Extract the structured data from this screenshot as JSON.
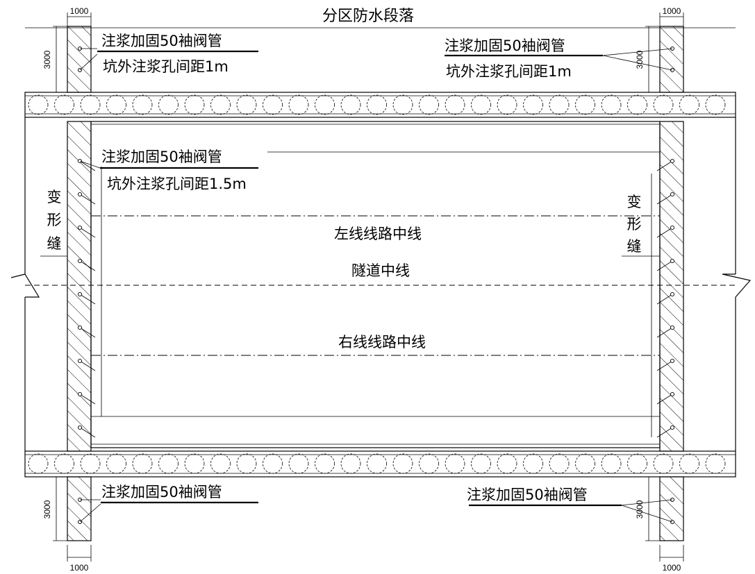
{
  "title": "分区防水段落",
  "labels": {
    "grout_pipe": "注浆加固50袖阀管",
    "outer_spacing_1m": "坑外注浆孔间距1m",
    "outer_spacing_1_5m": "坑外注浆孔间距1.5m",
    "left_line": "左线线路中线",
    "tunnel_center": "隧道中线",
    "right_line": "右线线路中线",
    "joint_1": "变",
    "joint_2": "形",
    "joint_3": "缝"
  },
  "dimensions": {
    "width": "1000",
    "height": "3000"
  }
}
